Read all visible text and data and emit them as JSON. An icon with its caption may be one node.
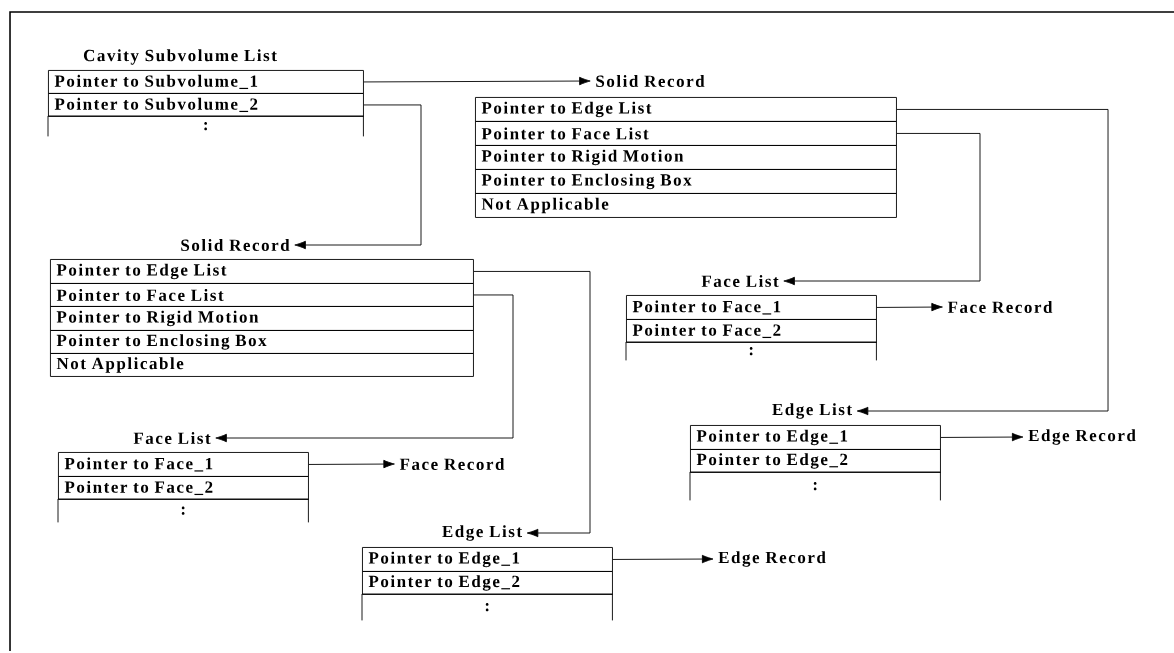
{
  "diagram": {
    "nodes": [
      {
        "text": [
          "Cavity Subvolume List"
        ]
      },
      {
        "text": [
          "Pointer to Subvolume_1"
        ]
      },
      {
        "text": [
          "Pointer to Subvolume_2"
        ]
      },
      {
        "text": [
          ":"
        ]
      },
      {
        "text": [
          "Solid Record"
        ]
      },
      {
        "text": [
          "Pointer to Edge List"
        ]
      },
      {
        "text": [
          "Pointer to Face List"
        ]
      },
      {
        "text": [
          "Pointer to Rigid Motion"
        ]
      },
      {
        "text": [
          "Pointer to Enclosing Box"
        ]
      },
      {
        "text": [
          "Not Applicable"
        ]
      },
      {
        "text": [
          "Solid Record"
        ]
      },
      {
        "text": [
          "Pointer to Edge List"
        ]
      },
      {
        "text": [
          "Pointer to Face List"
        ]
      },
      {
        "text": [
          "Pointer to Rigid Motion"
        ]
      },
      {
        "text": [
          "Pointer to Enclosing Box"
        ]
      },
      {
        "text": [
          "Not Applicable"
        ]
      },
      {
        "text": [
          "Face List"
        ]
      },
      {
        "text": [
          "Pointer to Face_1"
        ]
      },
      {
        "text": [
          "Pointer to Face_2"
        ]
      },
      {
        "text": [
          ":"
        ]
      },
      {
        "text": [
          "Face Record"
        ]
      },
      {
        "text": [
          "Edge List"
        ]
      },
      {
        "text": [
          "Pointer to Edge_1"
        ]
      },
      {
        "text": [
          "Pointer to Edge_2"
        ]
      },
      {
        "text": [
          ":"
        ]
      },
      {
        "text": [
          "Edge Record"
        ]
      },
      {
        "text": [
          "Face List"
        ]
      },
      {
        "text": [
          "Pointer to Face_1"
        ]
      },
      {
        "text": [
          "Pointer to Face_2"
        ]
      },
      {
        "text": [
          ":"
        ]
      },
      {
        "text": [
          "Face Record"
        ]
      },
      {
        "text": [
          "Edge List"
        ]
      },
      {
        "text": [
          "Pointer to Edge_1"
        ]
      },
      {
        "text": [
          "Pointer to Edge_2"
        ]
      },
      {
        "text": [
          ":"
        ]
      },
      {
        "text": [
          "Edge Record"
        ]
      }
    ],
    "edges": [
      {
        "from": 1,
        "to": 4,
        "arrow": "to"
      },
      {
        "from": 2,
        "to": 10,
        "arrow": "to"
      },
      {
        "from": 5,
        "to": 21,
        "arrow": "to"
      },
      {
        "from": 6,
        "to": 16,
        "arrow": "to"
      },
      {
        "from": 11,
        "to": 31,
        "arrow": "to"
      },
      {
        "from": 12,
        "to": 26,
        "arrow": "to"
      },
      {
        "from": 17,
        "to": 20,
        "arrow": "to"
      },
      {
        "from": 22,
        "to": 25,
        "arrow": "to"
      },
      {
        "from": 27,
        "to": 30,
        "arrow": "to"
      },
      {
        "from": 32,
        "to": 35,
        "arrow": "to"
      }
    ]
  }
}
